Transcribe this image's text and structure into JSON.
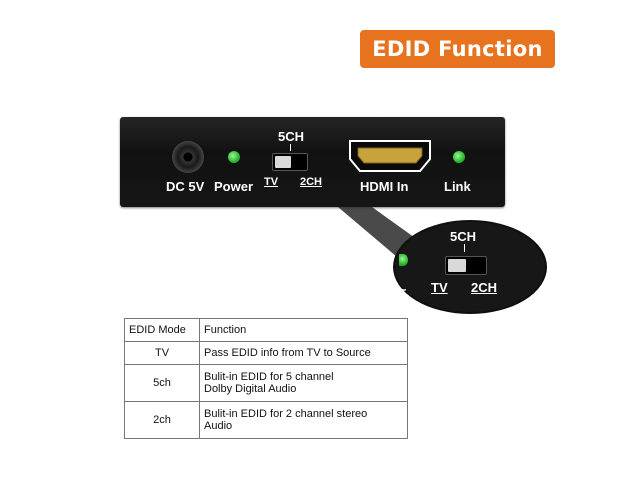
{
  "badge": {
    "text": "EDID Function"
  },
  "device": {
    "dc_label": "DC 5V",
    "power_label": "Power",
    "switch_top_label": "5CH",
    "switch_left_label": "TV",
    "switch_right_label": "2CH",
    "hdmi_label": "HDMI In",
    "link_label": "Link"
  },
  "zoom": {
    "top_label": "5CH",
    "left_label": "TV",
    "right_label": "2CH",
    "edge_text": "r"
  },
  "table": {
    "headers": [
      "EDID Mode",
      "Function"
    ],
    "rows": [
      {
        "mode": "TV",
        "function": [
          "Pass EDID info from TV to Source"
        ]
      },
      {
        "mode": "5ch",
        "function": [
          "Bulit-in EDID for 5 channel",
          "Dolby Digital Audio"
        ]
      },
      {
        "mode": "2ch",
        "function": [
          "Bulit-in EDID for 2 channel stereo",
          "Audio"
        ]
      }
    ]
  },
  "colors": {
    "badge": "#e8731e",
    "device": "#151515",
    "led": "#35c435"
  }
}
